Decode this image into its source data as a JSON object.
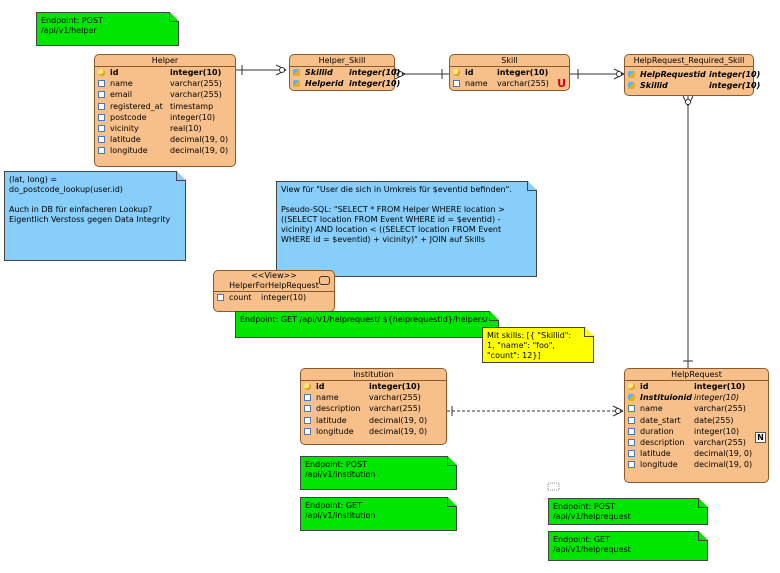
{
  "entities": {
    "helper": {
      "title": "Helper",
      "rows": [
        {
          "name": "id",
          "type": "integer(10)",
          "kind": "pk"
        },
        {
          "name": "name",
          "type": "varchar(255)",
          "kind": "col"
        },
        {
          "name": "email",
          "type": "varchar(255)",
          "kind": "col"
        },
        {
          "name": "registered_at",
          "type": "timestamp",
          "kind": "col"
        },
        {
          "name": "postcode",
          "type": "integer(10)",
          "kind": "col"
        },
        {
          "name": "vicinity",
          "type": "real(10)",
          "kind": "col"
        },
        {
          "name": "latitude",
          "type": "decimal(19, 0)",
          "kind": "col"
        },
        {
          "name": "longitude",
          "type": "decimal(19, 0)",
          "kind": "col"
        }
      ]
    },
    "helper_skill": {
      "title": "Helper_Skill",
      "rows": [
        {
          "name": "Skillid",
          "type": "integer(10)",
          "kind": "fk"
        },
        {
          "name": "Helperid",
          "type": "integer(10)",
          "kind": "fk"
        }
      ]
    },
    "skill": {
      "title": "Skill",
      "rows": [
        {
          "name": "id",
          "type": "integer(10)",
          "kind": "pk"
        },
        {
          "name": "name",
          "type": "varchar(255)",
          "kind": "col"
        }
      ],
      "badge": "U"
    },
    "helprequest_required_skill": {
      "title": "HelpRequest_Required_Skill",
      "rows": [
        {
          "name": "HelpRequestid",
          "type": "integer(10)",
          "kind": "fk"
        },
        {
          "name": "Skillid",
          "type": "integer(10)",
          "kind": "fk"
        }
      ]
    },
    "helperforhelprequest": {
      "stereotype": "<<View>>",
      "title": "HelperForHelpRequest",
      "rows": [
        {
          "name": "count",
          "type": "integer(10)",
          "kind": "col"
        }
      ]
    },
    "institution": {
      "title": "Institution",
      "rows": [
        {
          "name": "id",
          "type": "integer(10)",
          "kind": "pk"
        },
        {
          "name": "name",
          "type": "varchar(255)",
          "kind": "col"
        },
        {
          "name": "description",
          "type": "varchar(255)",
          "kind": "col"
        },
        {
          "name": "latitude",
          "type": "decimal(19, 0)",
          "kind": "col"
        },
        {
          "name": "longitude",
          "type": "decimal(19, 0)",
          "kind": "col"
        }
      ]
    },
    "helprequest": {
      "title": "HelpRequest",
      "rows": [
        {
          "name": "id",
          "type": "integer(10)",
          "kind": "pk"
        },
        {
          "name": "Instituionid",
          "type": "integer(10)",
          "kind": "fkitalic"
        },
        {
          "name": "name",
          "type": "varchar(255)",
          "kind": "col"
        },
        {
          "name": "date_start",
          "type": "date(255)",
          "kind": "col"
        },
        {
          "name": "duration",
          "type": "integer(10)",
          "kind": "col"
        },
        {
          "name": "description",
          "type": "varchar(255)",
          "kind": "col"
        },
        {
          "name": "latitude",
          "type": "decimal(19, 0)",
          "kind": "col"
        },
        {
          "name": "longitude",
          "type": "decimal(19, 0)",
          "kind": "col"
        }
      ],
      "badge": "N"
    }
  },
  "notes": {
    "endpoint_post_helper": "Endpoint: POST\n/api/v1/helper",
    "lookup": "(lat, long) =\ndo_postcode_lookup(user.id)\n\nAuch in DB für einfacheren Lookup?\nEigentlich Verstoss gegen Data Integrity",
    "view_sql": "View für \"User die sich in Umkreis für $eventid befinden\".\n\nPseudo-SQL: \"SELECT * FROM Helper WHERE location >\n((SELECT location FROM Event WHERE id = $eventid) -\nvicinity) AND location < ((SELECT location FROM Event\nWHERE id = $eventid) + vicinity)\" + JOIN auf Skills",
    "endpoint_get_helpers": "Endpoint: GET /api/v1/helprequest/ ${helprequestid}/helpers/",
    "skills_example": "Mit skills: [{ \"Skillid\":\n1, \"name\": \"foo\",\n\"count\": 12}]",
    "endpoint_post_institution": "Endpoint: POST\n/api/v1/institution",
    "endpoint_get_institution": "Endpoint: GET\n/api/v1/institution",
    "endpoint_post_helprequest": "Endpoint: POST\n/api/v1/helprequest",
    "endpoint_get_helprequest": "Endpoint: GET\n/api/v1/helprequest"
  },
  "colors": {
    "entity_fill": "#f7c08a",
    "endpoint_note": "#00e600",
    "info_note": "#87cefa",
    "example_note": "#ffff00"
  }
}
